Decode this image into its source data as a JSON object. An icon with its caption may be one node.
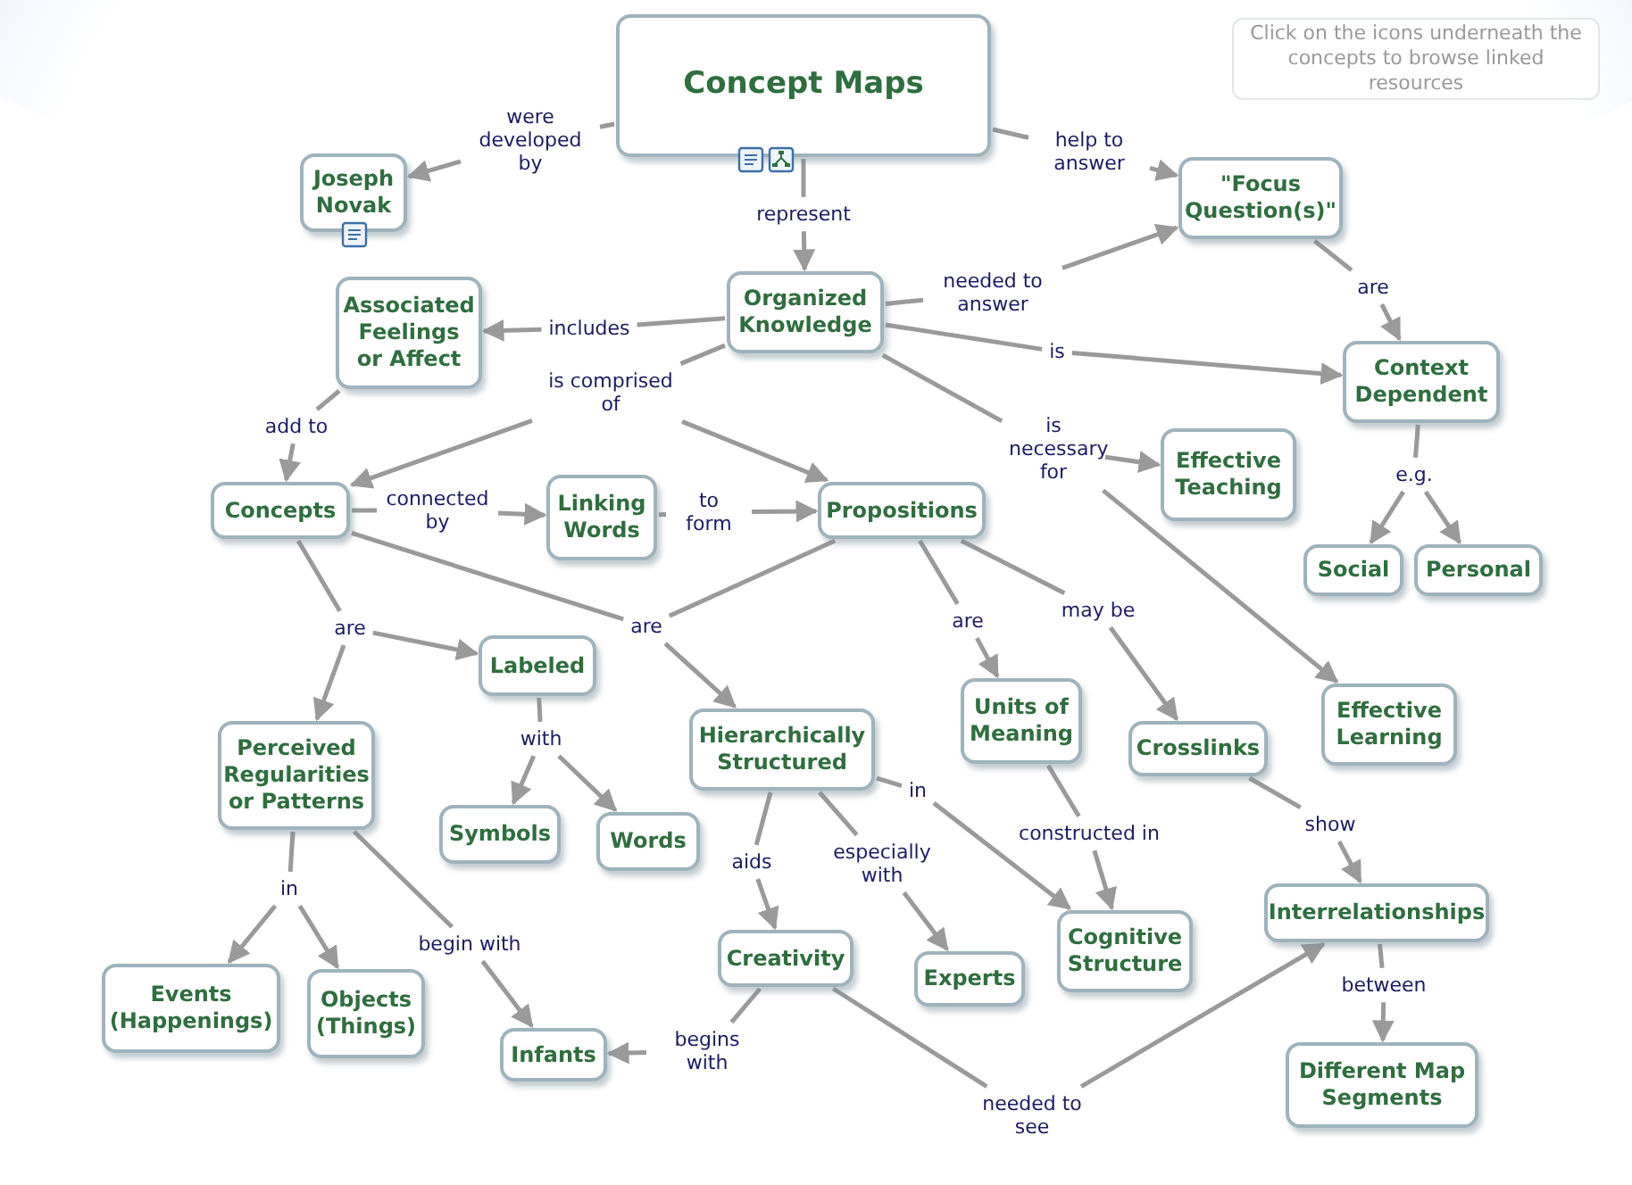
{
  "diagram": {
    "nodes": [
      {
        "text": [
          "Concept Maps"
        ]
      },
      {
        "text": [
          "were developed by"
        ]
      },
      {
        "text": [
          "Joseph Novak"
        ]
      },
      {
        "text": [
          "help to answer"
        ]
      },
      {
        "text": [
          "\"Focus Question(s)\""
        ]
      },
      {
        "text": [
          "represent"
        ]
      },
      {
        "text": [
          "Organized Knowledge"
        ]
      },
      {
        "text": [
          "needed to answer"
        ]
      },
      {
        "text": [
          "includes"
        ]
      },
      {
        "text": [
          "Associated Feelings or Affect"
        ]
      },
      {
        "text": [
          "are"
        ]
      },
      {
        "text": [
          "is"
        ]
      },
      {
        "text": [
          "Context Dependent"
        ]
      },
      {
        "text": [
          "is comprised of"
        ]
      },
      {
        "text": [
          "add to"
        ]
      },
      {
        "text": [
          "is necessary for"
        ]
      },
      {
        "text": [
          "Effective Teaching"
        ]
      },
      {
        "text": [
          "Concepts"
        ]
      },
      {
        "text": [
          "connected by"
        ]
      },
      {
        "text": [
          "Linking Words"
        ]
      },
      {
        "text": [
          "to form"
        ]
      },
      {
        "text": [
          "Propositions"
        ]
      },
      {
        "text": [
          "e.g."
        ]
      },
      {
        "text": [
          "Social"
        ]
      },
      {
        "text": [
          "Personal"
        ]
      },
      {
        "text": [
          "are"
        ]
      },
      {
        "text": [
          "are"
        ]
      },
      {
        "text": [
          "are"
        ]
      },
      {
        "text": [
          "may be"
        ]
      },
      {
        "text": [
          "Labeled"
        ]
      },
      {
        "text": [
          "Effective Learning"
        ]
      },
      {
        "text": [
          "Perceived Regularities or Patterns"
        ]
      },
      {
        "text": [
          "Hierarchically Structured"
        ]
      },
      {
        "text": [
          "Units of Meaning"
        ]
      },
      {
        "text": [
          "Crosslinks"
        ]
      },
      {
        "text": [
          "with"
        ]
      },
      {
        "text": [
          "in"
        ]
      },
      {
        "text": [
          "Symbols"
        ]
      },
      {
        "text": [
          "Words"
        ]
      },
      {
        "text": [
          "aids"
        ]
      },
      {
        "text": [
          "especially with"
        ]
      },
      {
        "text": [
          "constructed in"
        ]
      },
      {
        "text": [
          "show"
        ]
      },
      {
        "text": [
          "in"
        ]
      },
      {
        "text": [
          "begin with"
        ]
      },
      {
        "text": [
          "Interrelationships"
        ]
      },
      {
        "text": [
          "Cognitive Structure"
        ]
      },
      {
        "text": [
          "Creativity"
        ]
      },
      {
        "text": [
          "Experts"
        ]
      },
      {
        "text": [
          "between"
        ]
      },
      {
        "text": [
          "Events (Happenings)"
        ]
      },
      {
        "text": [
          "Objects (Things)"
        ]
      },
      {
        "text": [
          "Infants"
        ]
      },
      {
        "text": [
          "begins with"
        ]
      },
      {
        "text": [
          "Different Map Segments"
        ]
      },
      {
        "text": [
          "needed to see"
        ]
      },
      {
        "text": [
          "Click on the icons underneath the concepts to browse linked resources"
        ]
      }
    ],
    "edges": [
      {
        "from": 0,
        "to": 1,
        "arrow": "none"
      },
      {
        "from": 1,
        "to": 2,
        "arrow": "to"
      },
      {
        "from": 0,
        "to": 3,
        "arrow": "none"
      },
      {
        "from": 3,
        "to": 4,
        "arrow": "to"
      },
      {
        "from": 0,
        "to": 5,
        "arrow": "none"
      },
      {
        "from": 5,
        "to": 6,
        "arrow": "to"
      },
      {
        "from": 6,
        "to": 7,
        "arrow": "none"
      },
      {
        "from": 7,
        "to": 4,
        "arrow": "to"
      },
      {
        "from": 6,
        "to": 8,
        "arrow": "none"
      },
      {
        "from": 8,
        "to": 9,
        "arrow": "to"
      },
      {
        "from": 4,
        "to": 10,
        "arrow": "none"
      },
      {
        "from": 10,
        "to": 12,
        "arrow": "to"
      },
      {
        "from": 6,
        "to": 11,
        "arrow": "none"
      },
      {
        "from": 11,
        "to": 12,
        "arrow": "to"
      },
      {
        "from": 6,
        "to": 13,
        "arrow": "none"
      },
      {
        "from": 13,
        "to": 17,
        "arrow": "to"
      },
      {
        "from": 13,
        "to": 21,
        "arrow": "to"
      },
      {
        "from": 9,
        "to": 14,
        "arrow": "none"
      },
      {
        "from": 14,
        "to": 17,
        "arrow": "to"
      },
      {
        "from": 6,
        "to": 15,
        "arrow": "none"
      },
      {
        "from": 15,
        "to": 16,
        "arrow": "to"
      },
      {
        "from": 15,
        "to": 30,
        "arrow": "to"
      },
      {
        "from": 17,
        "to": 18,
        "arrow": "none"
      },
      {
        "from": 18,
        "to": 19,
        "arrow": "to"
      },
      {
        "from": 19,
        "to": 20,
        "arrow": "none"
      },
      {
        "from": 20,
        "to": 21,
        "arrow": "to"
      },
      {
        "from": 12,
        "to": 22,
        "arrow": "none"
      },
      {
        "from": 22,
        "to": 23,
        "arrow": "to"
      },
      {
        "from": 22,
        "to": 24,
        "arrow": "to"
      },
      {
        "from": 17,
        "to": 25,
        "arrow": "none"
      },
      {
        "from": 25,
        "to": 29,
        "arrow": "to"
      },
      {
        "from": 25,
        "to": 31,
        "arrow": "to"
      },
      {
        "from": 17,
        "to": 26,
        "arrow": "none"
      },
      {
        "from": 21,
        "to": 26,
        "arrow": "none"
      },
      {
        "from": 26,
        "to": 32,
        "arrow": "to"
      },
      {
        "from": 21,
        "to": 27,
        "arrow": "none"
      },
      {
        "from": 27,
        "to": 33,
        "arrow": "to"
      },
      {
        "from": 21,
        "to": 28,
        "arrow": "none"
      },
      {
        "from": 28,
        "to": 34,
        "arrow": "to"
      },
      {
        "from": 29,
        "to": 35,
        "arrow": "none"
      },
      {
        "from": 35,
        "to": 37,
        "arrow": "to"
      },
      {
        "from": 35,
        "to": 38,
        "arrow": "to"
      },
      {
        "from": 32,
        "to": 36,
        "arrow": "none"
      },
      {
        "from": 36,
        "to": 46,
        "arrow": "to"
      },
      {
        "from": 32,
        "to": 39,
        "arrow": "none"
      },
      {
        "from": 39,
        "to": 47,
        "arrow": "to"
      },
      {
        "from": 32,
        "to": 40,
        "arrow": "none"
      },
      {
        "from": 40,
        "to": 48,
        "arrow": "to"
      },
      {
        "from": 33,
        "to": 41,
        "arrow": "none"
      },
      {
        "from": 41,
        "to": 46,
        "arrow": "to"
      },
      {
        "from": 34,
        "to": 42,
        "arrow": "none"
      },
      {
        "from": 42,
        "to": 45,
        "arrow": "to"
      },
      {
        "from": 31,
        "to": 43,
        "arrow": "none"
      },
      {
        "from": 43,
        "to": 50,
        "arrow": "to"
      },
      {
        "from": 43,
        "to": 51,
        "arrow": "to"
      },
      {
        "from": 31,
        "to": 44,
        "arrow": "none"
      },
      {
        "from": 44,
        "to": 52,
        "arrow": "to"
      },
      {
        "from": 45,
        "to": 49,
        "arrow": "none"
      },
      {
        "from": 49,
        "to": 54,
        "arrow": "to"
      },
      {
        "from": 47,
        "to": 53,
        "arrow": "none"
      },
      {
        "from": 53,
        "to": 52,
        "arrow": "to"
      },
      {
        "from": 47,
        "to": 55,
        "arrow": "none"
      },
      {
        "from": 55,
        "to": 45,
        "arrow": "to"
      }
    ]
  }
}
